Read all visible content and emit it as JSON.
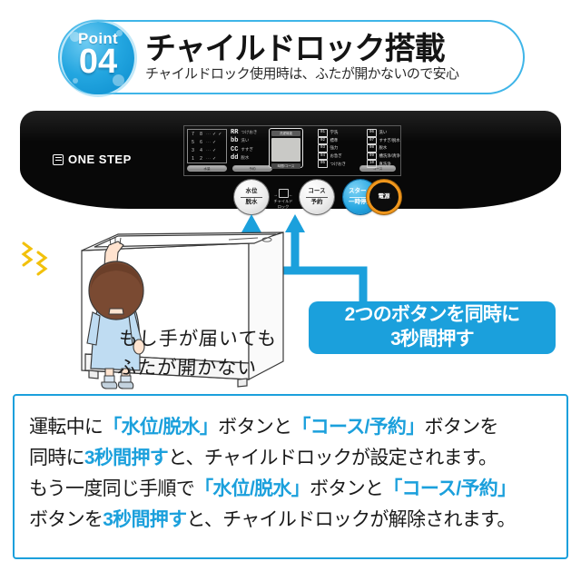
{
  "header": {
    "badge_word": "Point",
    "badge_number": "04",
    "title": "チャイルドロック搭載",
    "subtitle": "チャイルドロック使用時は、ふたが開かないので安心",
    "accent_color": "#1ba0dc"
  },
  "panel": {
    "brand": "ONE STEP",
    "indicator_rows": [
      {
        "left": "7",
        "right": "8",
        "checks": 2
      },
      {
        "left": "5",
        "right": "6",
        "checks": 1
      },
      {
        "left": "3",
        "right": "4",
        "checks": 1
      },
      {
        "left": "1",
        "right": "2",
        "checks": 1
      }
    ],
    "codes": [
      {
        "code": "RR",
        "label": "つけおき"
      },
      {
        "code": "bb",
        "label": "洗い"
      },
      {
        "code": "CC",
        "label": "すすぎ"
      },
      {
        "code": "dd",
        "label": "脱水"
      }
    ],
    "pill_buttons": [
      "水量",
      "予約"
    ],
    "course_pill": "コース",
    "lcd": {
      "top": "洗濯機能",
      "bottom": "時間/コース"
    },
    "courses_left": [
      {
        "num": "01",
        "label": "学洗"
      },
      {
        "num": "02",
        "label": "標準"
      },
      {
        "num": "03",
        "label": "強力"
      },
      {
        "num": "04",
        "label": "お急ぎ"
      },
      {
        "num": "05",
        "label": "つけおき"
      }
    ],
    "courses_right": [
      {
        "num": "06",
        "label": "洗い"
      },
      {
        "num": "07",
        "label": "すすぎ/脱水"
      },
      {
        "num": "08",
        "label": "脱水"
      },
      {
        "num": "09",
        "label": "槽洗浄/清浄"
      },
      {
        "num": "10",
        "label": "真洗浄"
      }
    ],
    "buttons": [
      {
        "name": "water-level-spin",
        "top": "水位",
        "bottom": "脱水",
        "style": "white"
      },
      {
        "name": "course-reserve",
        "top": "コース",
        "bottom": "予約",
        "style": "white"
      },
      {
        "name": "start-pause",
        "top": "スタート",
        "bottom": "一時停止",
        "style": "blue"
      },
      {
        "name": "power",
        "top": "電源",
        "bottom": "",
        "style": "orange"
      }
    ],
    "child_lock_hint": "チャイルドロック"
  },
  "callout": {
    "line1": "2つのボタンを同時に",
    "line2": "3秒間押す"
  },
  "illustration": {
    "handwritten_line1": "もし手が届いても",
    "handwritten_line2": "ふたが開かない"
  },
  "bottom": {
    "line1": [
      {
        "t": "運転中に",
        "hl": false
      },
      {
        "t": "「水位/脱水」",
        "hl": true
      },
      {
        "t": "ボタンと",
        "hl": false
      },
      {
        "t": "「コース/予約」",
        "hl": true
      },
      {
        "t": "ボタンを",
        "hl": false
      }
    ],
    "line2": [
      {
        "t": "同時に",
        "hl": false
      },
      {
        "t": "3秒間押す",
        "hl": true
      },
      {
        "t": "と、チャイルドロックが設定されます。",
        "hl": false
      }
    ],
    "line3": [
      {
        "t": "もう一度同じ手順で",
        "hl": false
      },
      {
        "t": "「水位/脱水」",
        "hl": true
      },
      {
        "t": "ボタンと",
        "hl": false
      },
      {
        "t": "「コース/予約」",
        "hl": true
      }
    ],
    "line4": [
      {
        "t": "ボタンを",
        "hl": false
      },
      {
        "t": "3秒間押す",
        "hl": true
      },
      {
        "t": "と、チャイルドロックが解除されます。",
        "hl": false
      }
    ]
  }
}
